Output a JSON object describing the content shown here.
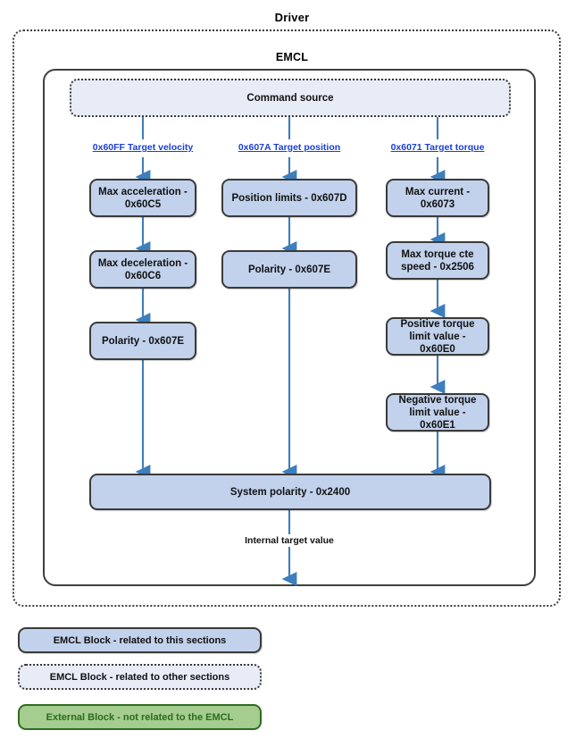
{
  "diagram": {
    "outer_title": "Driver",
    "inner_title": "EMCL",
    "source_block": "Command source",
    "merge_block": "System polarity - 0x2400",
    "output_caption": "Internal target value",
    "columns": [
      {
        "link": "0x60FF Target velocity",
        "blocks": [
          "Max acceleration - 0x60C5",
          "Max deceleration - 0x60C6",
          "Polarity - 0x607E"
        ]
      },
      {
        "link": "0x607A Target position",
        "blocks": [
          "Position limits - 0x607D",
          "Polarity - 0x607E"
        ]
      },
      {
        "link": "0x6071 Target torque",
        "blocks": [
          "Max current - 0x6073",
          "Max torque cte speed - 0x2506",
          "Positive torque limit value - 0x60E0",
          "Negative torque limit value - 0x60E1"
        ]
      }
    ]
  },
  "legend": [
    {
      "label": "EMCL Block - related to this sections",
      "style": "blue"
    },
    {
      "label": "EMCL Block - related to other sections",
      "style": "dotted"
    },
    {
      "label": "External Block - not related to the EMCL",
      "style": "green"
    }
  ],
  "colors": {
    "block_blue_fill": "#c2d2ec",
    "block_blue_border": "#3a3a3a",
    "block_dotted_fill": "#e7ecf7",
    "block_green_fill": "#a4cd8f",
    "block_green_border": "#2f6b20",
    "block_green_text": "#2c6b1c",
    "arrow": "#3d7ebd",
    "link_text": "#1a3fd6"
  }
}
